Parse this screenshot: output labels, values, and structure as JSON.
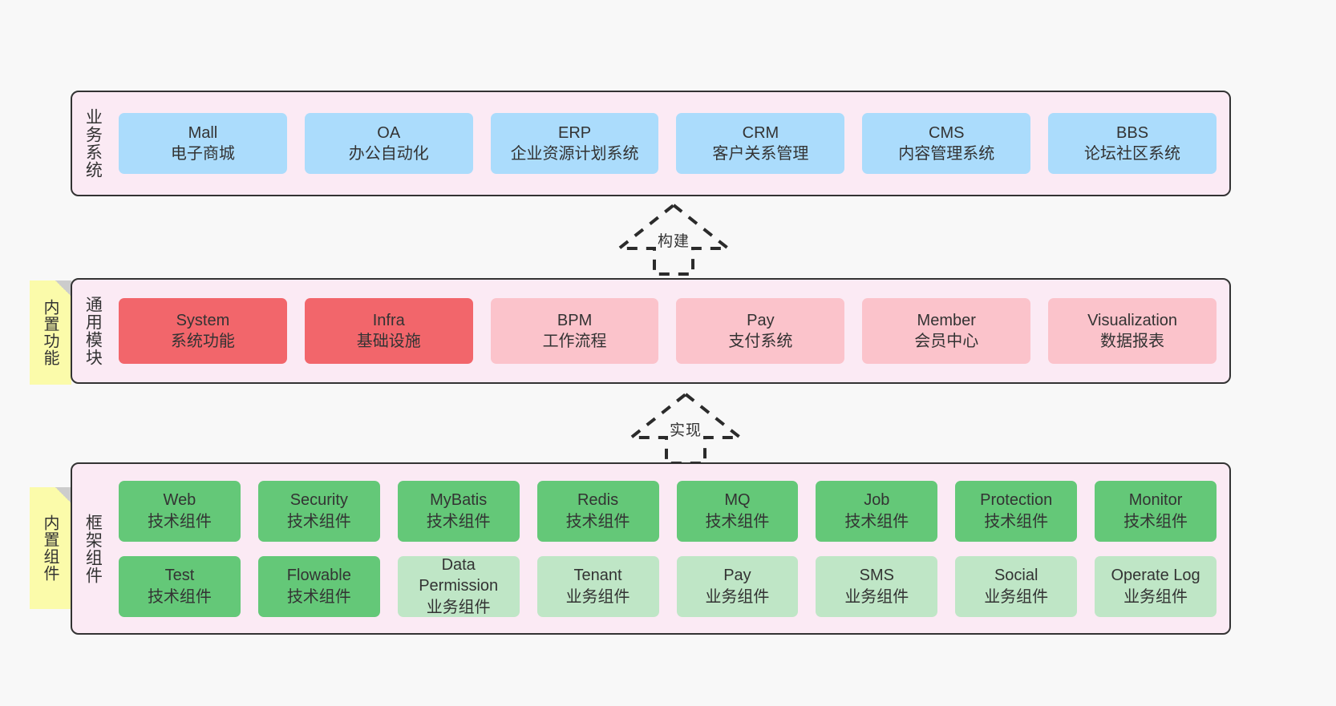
{
  "diagram": {
    "title": "System architecture layers",
    "background_color": "#f8f8f8",
    "band_color": "#fbeaf4",
    "note_color": "#fbfbaa",
    "colors": {
      "blue": "#abdcfc",
      "red": "#f2666b",
      "pink": "#fbc3cb",
      "green": "#64c878",
      "light_green": "#bfe6c6"
    }
  },
  "layers": [
    {
      "id": "business",
      "label": "业务系统",
      "rows": [
        {
          "cards": [
            {
              "title": "Mall",
              "subtitle": "电子商城"
            },
            {
              "title": "OA",
              "subtitle": "办公自动化"
            },
            {
              "title": "ERP",
              "subtitle": "企业资源计划系统"
            },
            {
              "title": "CRM",
              "subtitle": "客户关系管理"
            },
            {
              "title": "CMS",
              "subtitle": "内容管理系统"
            },
            {
              "title": "BBS",
              "subtitle": "论坛社区系统"
            }
          ]
        }
      ]
    },
    {
      "id": "common",
      "label": "通用模块",
      "note": "内置功能",
      "rows": [
        {
          "cards": [
            {
              "title": "System",
              "subtitle": "系统功能"
            },
            {
              "title": "Infra",
              "subtitle": "基础设施"
            },
            {
              "title": "BPM",
              "subtitle": "工作流程"
            },
            {
              "title": "Pay",
              "subtitle": "支付系统"
            },
            {
              "title": "Member",
              "subtitle": "会员中心"
            },
            {
              "title": "Visualization",
              "subtitle": "数据报表"
            }
          ]
        }
      ]
    },
    {
      "id": "framework",
      "label": "框架组件",
      "note": "内置组件",
      "rows": [
        {
          "cards": [
            {
              "title": "Web",
              "subtitle": "技术组件"
            },
            {
              "title": "Security",
              "subtitle": "技术组件"
            },
            {
              "title": "MyBatis",
              "subtitle": "技术组件"
            },
            {
              "title": "Redis",
              "subtitle": "技术组件"
            },
            {
              "title": "MQ",
              "subtitle": "技术组件"
            },
            {
              "title": "Job",
              "subtitle": "技术组件"
            },
            {
              "title": "Protection",
              "subtitle": "技术组件"
            },
            {
              "title": "Monitor",
              "subtitle": "技术组件"
            }
          ]
        },
        {
          "cards": [
            {
              "title": "Test",
              "subtitle": "技术组件"
            },
            {
              "title": "Flowable",
              "subtitle": "技术组件"
            },
            {
              "title": "Data Permission",
              "subtitle": "业务组件"
            },
            {
              "title": "Tenant",
              "subtitle": "业务组件"
            },
            {
              "title": "Pay",
              "subtitle": "业务组件"
            },
            {
              "title": "SMS",
              "subtitle": "业务组件"
            },
            {
              "title": "Social",
              "subtitle": "业务组件"
            },
            {
              "title": "Operate Log",
              "subtitle": "业务组件"
            }
          ]
        }
      ]
    }
  ],
  "connectors": [
    {
      "id": "build",
      "label": "构建",
      "style": "dashed-hollow-arrow-up"
    },
    {
      "id": "implement",
      "label": "实现",
      "style": "dashed-hollow-arrow-up"
    }
  ]
}
